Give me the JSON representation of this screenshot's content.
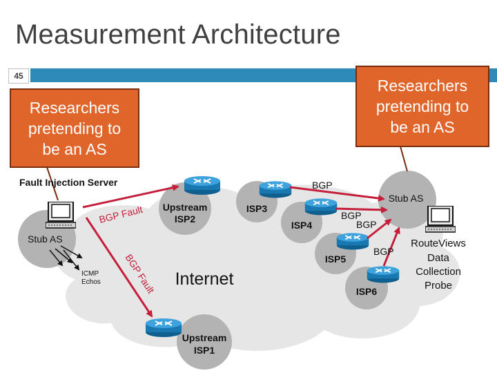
{
  "slide": {
    "title": "Measurement Architecture",
    "number": "45",
    "colors": {
      "accent": "#2e8bb8",
      "callout": "#e0652a",
      "arrow": "#c41e3a",
      "cloud": "#e6e6e6",
      "as_node": "#b3b3b3",
      "router": "#1f86c2"
    }
  },
  "callouts": {
    "left": [
      "Researchers",
      "pretending to",
      "be an AS"
    ],
    "right": [
      "Researchers",
      "pretending to",
      "be an AS"
    ]
  },
  "diagram": {
    "cloud_label": "Internet",
    "fault_server_label": "Fault Injection Server",
    "stub_left": "Stub AS",
    "stub_right": "Stub AS",
    "icmp_label": [
      "ICMP",
      "Echos"
    ],
    "upstream_isp2": [
      "Upstream",
      "ISP2"
    ],
    "upstream_isp1": [
      "Upstream",
      "ISP1"
    ],
    "isp3": "ISP3",
    "isp4": "ISP4",
    "isp5": "ISP5",
    "isp6": "ISP6",
    "bgp_fault_1": "BGP Fault",
    "bgp_fault_2": "BGP Fault",
    "bgp_labels": [
      "BGP",
      "BGP",
      "BGP",
      "BGP"
    ],
    "routeviews_label": [
      "RouteViews",
      "Data",
      "Collection",
      "Probe"
    ],
    "icons": [
      "router-icon",
      "computer-icon"
    ]
  }
}
